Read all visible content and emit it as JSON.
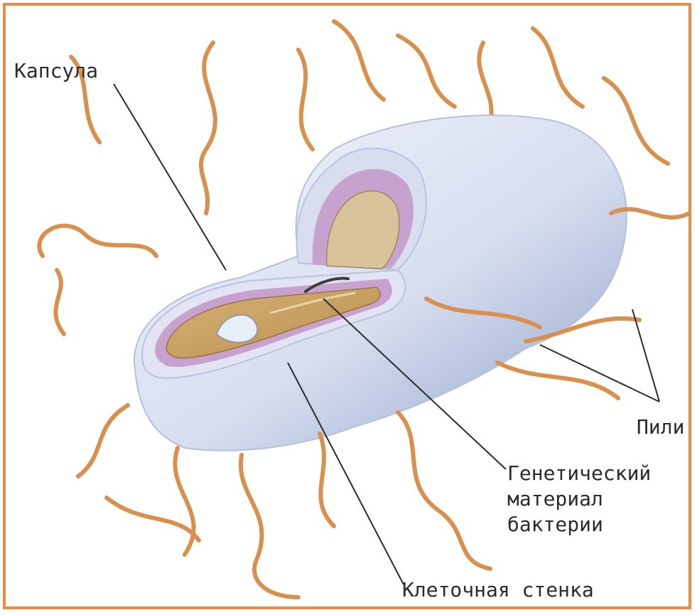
{
  "diagram": {
    "labels": {
      "capsule": "Капсула",
      "pili": "Пили",
      "genetic_line1": "Генетический",
      "genetic_line2": "материал",
      "genetic_line3": "бактерии",
      "cell_wall": "Клеточная стенка"
    },
    "colors": {
      "frame": "#f08a3c",
      "pili": "#d9904e",
      "capsule": "#e6ebf6",
      "capsule_shade": "#a9b7d8",
      "cell_wall": "#c7a2cf",
      "cytoplasm": "#c8a060",
      "label_text": "#2b2b2b"
    }
  }
}
